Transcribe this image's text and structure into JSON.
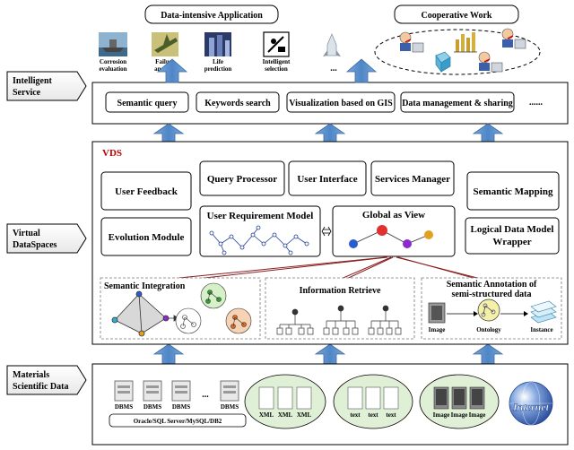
{
  "top": {
    "data_intensive_title": "Data-intensive Application",
    "cooperative_title": "Cooperative Work",
    "apps": [
      {
        "label_line1": "Corrosion",
        "label_line2": "evaluation",
        "icon": "ship-icon"
      },
      {
        "label_line1": "Failure",
        "label_line2": "analysis",
        "icon": "airplane-icon"
      },
      {
        "label_line1": "Life",
        "label_line2": "prediction",
        "icon": "building-icon"
      },
      {
        "label_line1": "Intelligent",
        "label_line2": "selection",
        "icon": "selection-icon"
      },
      {
        "label_line1": "...",
        "label_line2": "",
        "icon": "rocket-icon"
      }
    ]
  },
  "layers": {
    "intelligent_service": {
      "line1": "Intelligent",
      "line2": "Service"
    },
    "virtual_dataspaces": {
      "line1": "Virtual",
      "line2": "DataSpaces"
    },
    "materials_data": {
      "line1": "Materials",
      "line2": "Scientific Data"
    }
  },
  "services": [
    "Semantic query",
    "Keywords search",
    "Visualization based on GIS",
    "Data management & sharing",
    "......"
  ],
  "vds": {
    "title": "VDS",
    "user_feedback": "User Feedback",
    "evolution_module": "Evolution Module",
    "query_processor": "Query Processor",
    "user_interface": "User Interface",
    "services_manager": "Services Manager",
    "semantic_mapping": "Semantic Mapping",
    "user_requirement_model": "User Requirement Model",
    "global_as_view": "Global as View",
    "logical_model_line1": "Logical Data Model",
    "logical_model_line2": "Wrapper",
    "semantic_integration": "Semantic Integration",
    "information_retrieve": "Information Retrieve",
    "annotation_line1": "Semantic Annotation of",
    "annotation_line2": "semi-structured data",
    "image": "Image",
    "ontology": "Ontology",
    "instance": "Instance"
  },
  "data_layer": {
    "dbms": "DBMS",
    "ellipsis": "...",
    "db_caption": "Oracle/SQL Server/MySQL/DB2",
    "xml": "XML",
    "text": "text",
    "image": "Image",
    "internet": "Internet"
  },
  "colors": {
    "arrow": "#5b8fc8",
    "group_fill": "#dff0d6",
    "vds_title": "#c00000",
    "axis_blue": "#1f3f90"
  }
}
